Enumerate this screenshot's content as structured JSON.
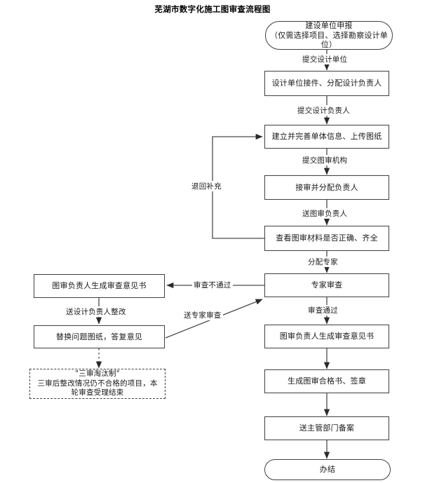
{
  "title": "芜湖市数字化施工图审查流程图",
  "diagram": {
    "type": "flowchart",
    "orientation": "top-to-bottom with left feedback branch",
    "nodes": [
      {
        "id": "apply",
        "shape": "terminal",
        "label": "建设单位申报\n（仅需选择项目、选择勘察设计单位）"
      },
      {
        "id": "design_unit",
        "shape": "process",
        "label": "设计单位接件、分配设计负责人"
      },
      {
        "id": "build_info",
        "shape": "process",
        "label": "建立并完善单体信息、上传图纸"
      },
      {
        "id": "accept",
        "shape": "process",
        "label": "接审并分配负责人"
      },
      {
        "id": "check_mats",
        "shape": "process",
        "label": "查看图审材料是否正确、齐全"
      },
      {
        "id": "expert",
        "shape": "process",
        "label": "专家审查"
      },
      {
        "id": "opinion_pass",
        "shape": "process",
        "label": "图审负责人生成审查意见书"
      },
      {
        "id": "cert",
        "shape": "process",
        "label": "生成图审合格书、签章"
      },
      {
        "id": "record",
        "shape": "process",
        "label": "送主管部门备案"
      },
      {
        "id": "done",
        "shape": "terminal",
        "label": "办结"
      },
      {
        "id": "opinion_fail",
        "shape": "process",
        "label": "图审负责人生成审查意见书"
      },
      {
        "id": "replace",
        "shape": "process",
        "label": "替换问题图纸，答复意见"
      },
      {
        "id": "eliminate",
        "shape": "dashed",
        "label": "\"三审淘汰制\"\n三审后整改情况仍不合格的项目，本轮审查受理结束"
      }
    ],
    "edge_labels": [
      {
        "id": "e1",
        "text": "提交设计单位"
      },
      {
        "id": "e2",
        "text": "提交设计负责人"
      },
      {
        "id": "e3",
        "text": "提交图审机构"
      },
      {
        "id": "e4",
        "text": "送图审负责人"
      },
      {
        "id": "e5",
        "text": "分配专家"
      },
      {
        "id": "e6",
        "text": "审查通过"
      },
      {
        "id": "e7",
        "text": "审查不通过"
      },
      {
        "id": "e8",
        "text": "送设计负责人整改"
      },
      {
        "id": "e9",
        "text": "送专家审查"
      },
      {
        "id": "e10",
        "text": "退回补充"
      }
    ]
  },
  "colors": {
    "stroke": "#3f3f3f",
    "text": "#1a1a1a",
    "background": "#ffffff"
  }
}
